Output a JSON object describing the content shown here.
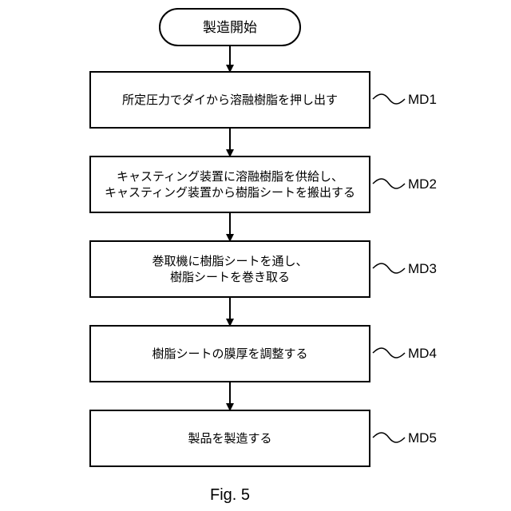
{
  "start": {
    "label": "製造開始"
  },
  "steps": [
    {
      "id": "MD1",
      "lines": [
        "所定圧力でダイから溶融樹脂を押し出す"
      ]
    },
    {
      "id": "MD2",
      "lines": [
        "キャスティング装置に溶融樹脂を供給し、",
        "キャスティング装置から樹脂シートを搬出する"
      ]
    },
    {
      "id": "MD3",
      "lines": [
        "巻取機に樹脂シートを通し、",
        "樹脂シートを巻き取る"
      ]
    },
    {
      "id": "MD4",
      "lines": [
        "樹脂シートの膜厚を調整する"
      ]
    },
    {
      "id": "MD5",
      "lines": [
        "製品を製造する"
      ]
    }
  ],
  "caption": "Fig. 5"
}
